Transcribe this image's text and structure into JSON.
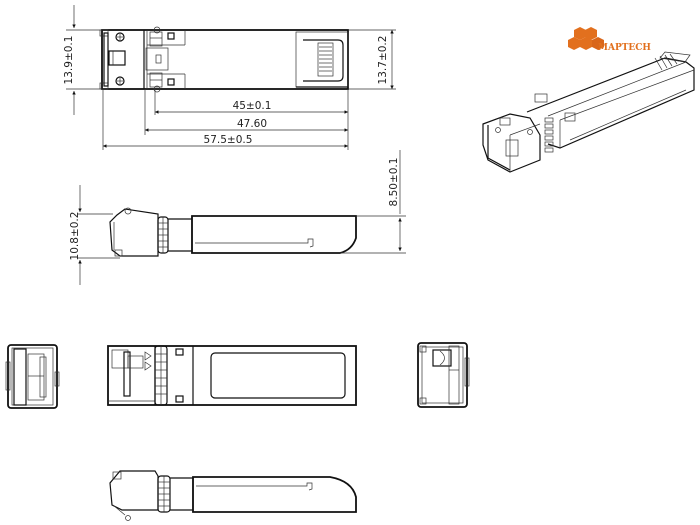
{
  "drawing": {
    "subject": "SFP transceiver module mechanical drawing",
    "units": "mm",
    "brand": {
      "logo_text": "MAPTECH",
      "logo_color": "#e2701e"
    },
    "views": {
      "top": {
        "dimensions": {
          "height_left": "13.9±0.1",
          "height_right": "13.7±0.2",
          "length_body": "45±0.1",
          "length_cage": "47.60",
          "length_total": "57.5±0.5"
        }
      },
      "side": {
        "dimensions": {
          "height_front": "10.8±0.2",
          "height_body": "8.50±0.1"
        }
      },
      "front": {},
      "bottom": {},
      "rear": {},
      "side_alt": {},
      "isometric": {}
    }
  },
  "colors": {
    "line": "#111111",
    "dimension_text": "#222222",
    "background": "#ffffff",
    "accent": "#e2701e"
  }
}
